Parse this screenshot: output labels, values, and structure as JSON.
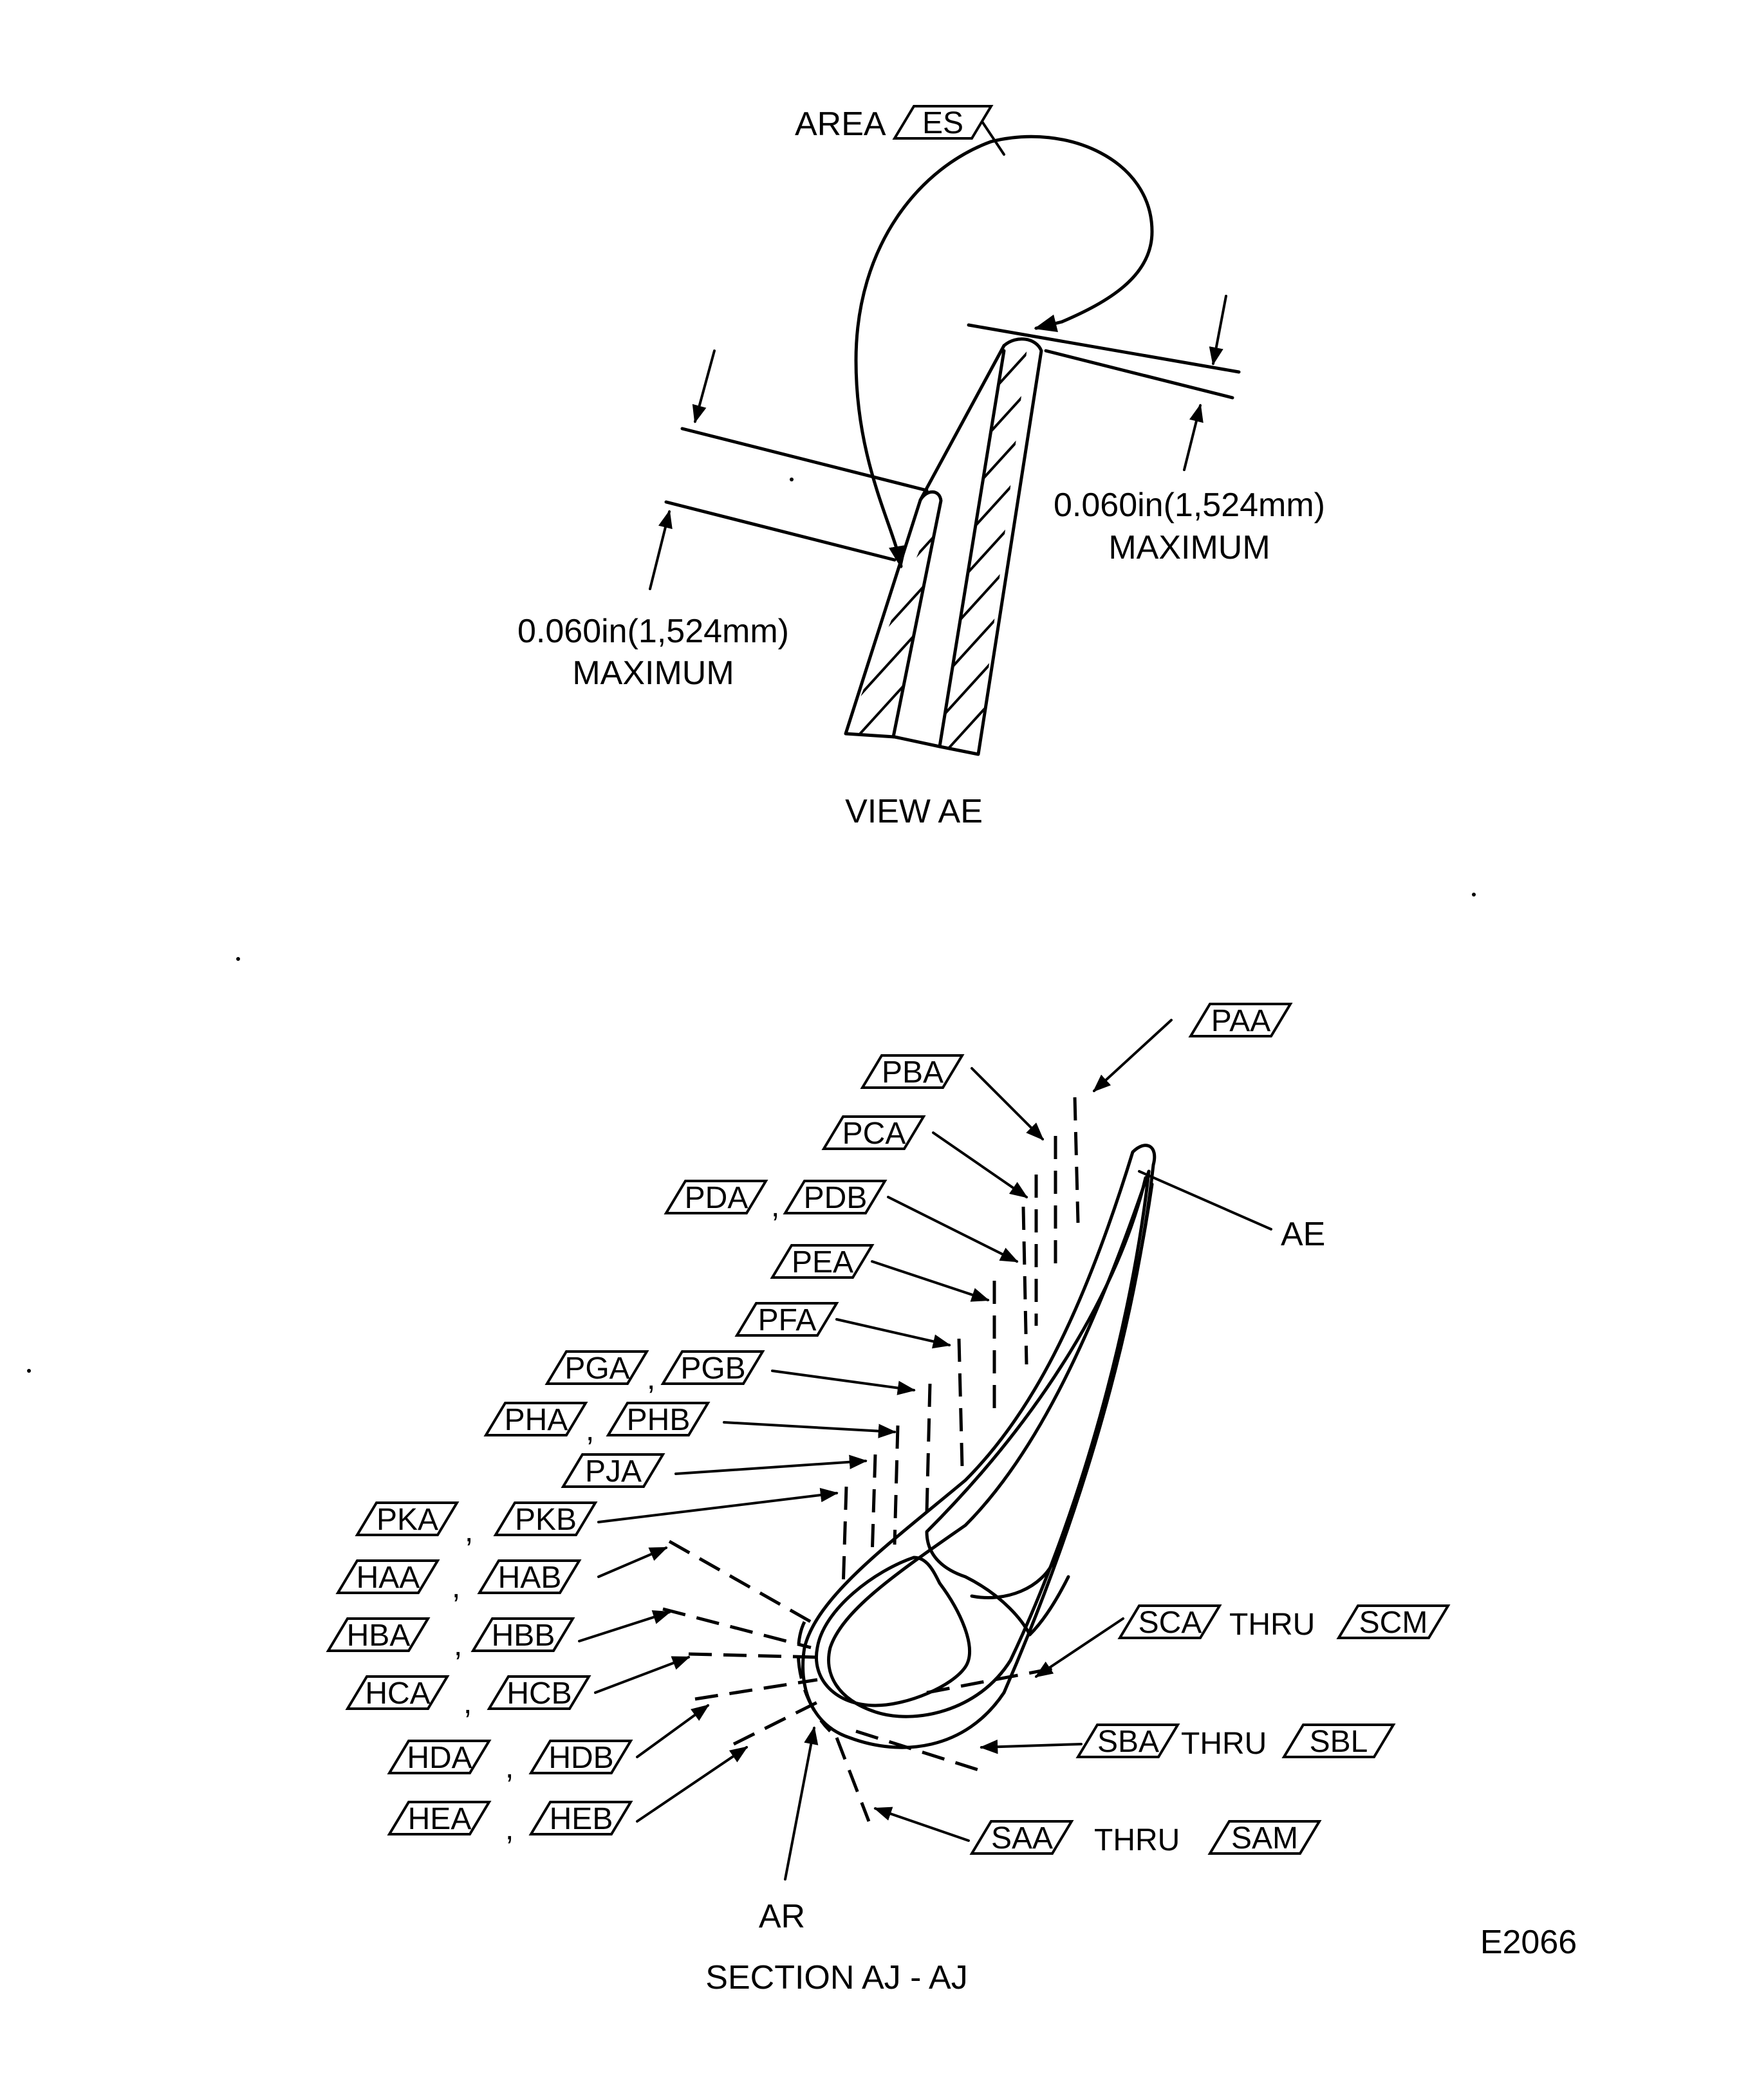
{
  "view_ae": {
    "area_label": "AREA",
    "area_tag": "ES",
    "dim_left_value": "0.060in(1,524mm)",
    "dim_left_note": "MAXIMUM",
    "dim_right_value": "0.060in(1,524mm)",
    "dim_right_note": "MAXIMUM",
    "title": "VIEW AE"
  },
  "section": {
    "title": "SECTION AJ - AJ",
    "ae_label": "AE",
    "ar_label": "AR",
    "left_tags": [
      {
        "a": "PAA",
        "b": ""
      },
      {
        "a": "PBA",
        "b": ""
      },
      {
        "a": "PCA",
        "b": ""
      },
      {
        "a": "PDA",
        "b": "PDB"
      },
      {
        "a": "PEA",
        "b": ""
      },
      {
        "a": "PFA",
        "b": ""
      },
      {
        "a": "PGA",
        "b": "PGB"
      },
      {
        "a": "PHA",
        "b": "PHB"
      },
      {
        "a": "PJA",
        "b": ""
      },
      {
        "a": "PKA",
        "b": "PKB"
      },
      {
        "a": "HAA",
        "b": "HAB"
      },
      {
        "a": "HBA",
        "b": "HBB"
      },
      {
        "a": "HCA",
        "b": "HCB"
      },
      {
        "a": "HDA",
        "b": "HDB"
      },
      {
        "a": "HEA",
        "b": "HEB"
      }
    ],
    "separator": ",",
    "thru_word": "THRU",
    "ranges": [
      {
        "from": "SCA",
        "to": "SCM"
      },
      {
        "from": "SBA",
        "to": "SBL"
      },
      {
        "from": "SAA",
        "to": "SAM"
      }
    ]
  },
  "figure_id": "E2066"
}
